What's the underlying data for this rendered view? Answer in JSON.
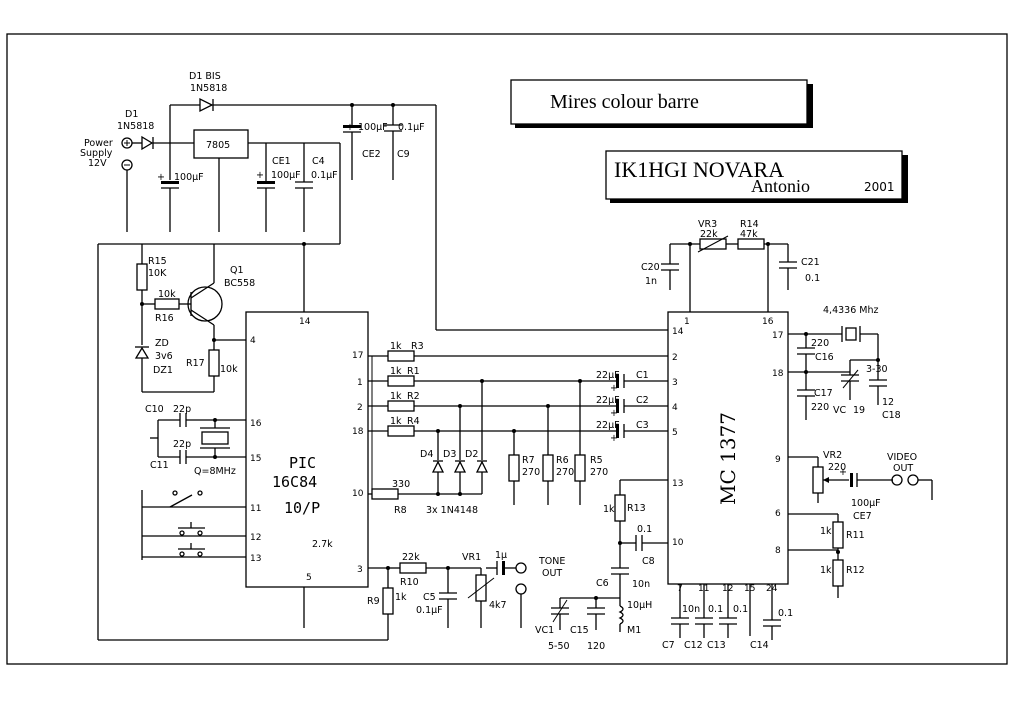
{
  "titles": {
    "main": "Mires colour barre",
    "author": "IK1HGI NOVARA",
    "name": "Antonio",
    "year": "2001"
  },
  "power": {
    "label": "Power Supply 12V",
    "line1": "Power",
    "line2": "Supply",
    "line3": "12V"
  },
  "ics": {
    "pic": {
      "line1": "PIC",
      "line2": "16C84",
      "line3": "10/P",
      "note": "2.7k"
    },
    "mc": {
      "name": "MC 1377"
    },
    "reg": {
      "name": "7805"
    }
  },
  "parts": {
    "d1": "D1",
    "d1_val": "1N5818",
    "d1bis": "D1 BIS",
    "d1bis_val": "1N5818",
    "c100a": "100µF",
    "ce1": "CE1",
    "ce1_val": "100µF",
    "c4": "C4",
    "c4_val": "0.1µF",
    "ce2": "CE2",
    "ce2_val": "100µF",
    "c9": "C9",
    "c9_val": "0.1µF",
    "r15": "R15",
    "r15_val": "10K",
    "q1": "Q1",
    "q1_val": "BC558",
    "r16": "R16",
    "r16_val": "10k",
    "zd": "ZD",
    "zd_val": "3v6",
    "dz1": "DZ1",
    "r17": "R17",
    "r17_val": "10k",
    "c10": "C10",
    "c10_val": "22p",
    "c11": "C11",
    "c11_val": "22p",
    "xtal": "Q=8MHz",
    "r3": "R3",
    "r3_val": "1k",
    "r1": "R1",
    "r1_val": "1k",
    "r2": "R2",
    "r2_val": "1k",
    "r4": "R4",
    "r4_val": "1k",
    "r8": "R8",
    "r8_val": "330",
    "d4": "D4",
    "d3": "D3",
    "d2": "D2",
    "diodes": "3x  1N4148",
    "r7": "R7",
    "r7_val": "270",
    "r6": "R6",
    "r6_val": "270",
    "r5": "R5",
    "r5_val": "270",
    "c1": "C1",
    "c1_val": "22µF",
    "c2": "C2",
    "c2_val": "22µF",
    "c3": "C3",
    "c3_val": "22µF",
    "r13": "R13",
    "r13_val": "1k",
    "c8": "C8",
    "c8_val": "0.1",
    "c6": "C6",
    "c6_val": "10n",
    "m1": "M1",
    "m1_val": "10µH",
    "r10": "R10",
    "r10_val": "22k",
    "vr1": "VR1",
    "vr1_val": "4k7",
    "c5": "C5",
    "c5_val": "0.1µF",
    "r9": "R9",
    "r9_val": "1k",
    "c_tone": "1µ",
    "tone": "TONE",
    "tone2": "OUT",
    "vc1": "VC1",
    "vc1_val": "5-50",
    "c15": "C15",
    "c15_val": "120",
    "c7": "C7",
    "c7_val": "10n",
    "c12": "C12",
    "c12_val": "0.1",
    "c13": "C13",
    "c13_val": "0.1",
    "c14": "C14",
    "c14_val": "0.1",
    "vr3": "VR3",
    "vr3_val": "22k",
    "r14": "R14",
    "r14_val": "47k",
    "c20": "C20",
    "c20_val": "1n",
    "c21": "C21",
    "c21_val": "0.1",
    "xtal2": "4,4336 Mhz",
    "c16": "C16",
    "c16_val": "220",
    "c17": "C17",
    "c17_val": "220",
    "vc": "VC",
    "vc_num": "19",
    "vc_val": "3-30",
    "c18": "C18",
    "c18_val": "12",
    "vr2": "VR2",
    "vr2_val": "220",
    "ce7": "CE7",
    "ce7_val": "100µF",
    "video": "VIDEO",
    "video2": "OUT",
    "r11": "R11",
    "r11_val": "1k",
    "r12": "R12",
    "r12_val": "1k"
  },
  "pins": {
    "pic": {
      "p14": "14",
      "p4": "4",
      "p16": "16",
      "p15": "15",
      "p11": "11",
      "p12": "12",
      "p13": "13",
      "p17": "17",
      "p1": "1",
      "p2": "2",
      "p18": "18",
      "p10": "10",
      "p3": "3",
      "p5": "5"
    },
    "mc": {
      "p14": "14",
      "p1": "1",
      "p16": "16",
      "p17": "17",
      "p18": "18",
      "p2": "2",
      "p3": "3",
      "p4": "4",
      "p5": "5",
      "p13": "13",
      "p10": "10",
      "p9": "9",
      "p6": "6",
      "p8": "8",
      "p7": "7",
      "p11": "11",
      "p12": "12",
      "p15": "15",
      "p24": "24"
    }
  },
  "plus": "+"
}
